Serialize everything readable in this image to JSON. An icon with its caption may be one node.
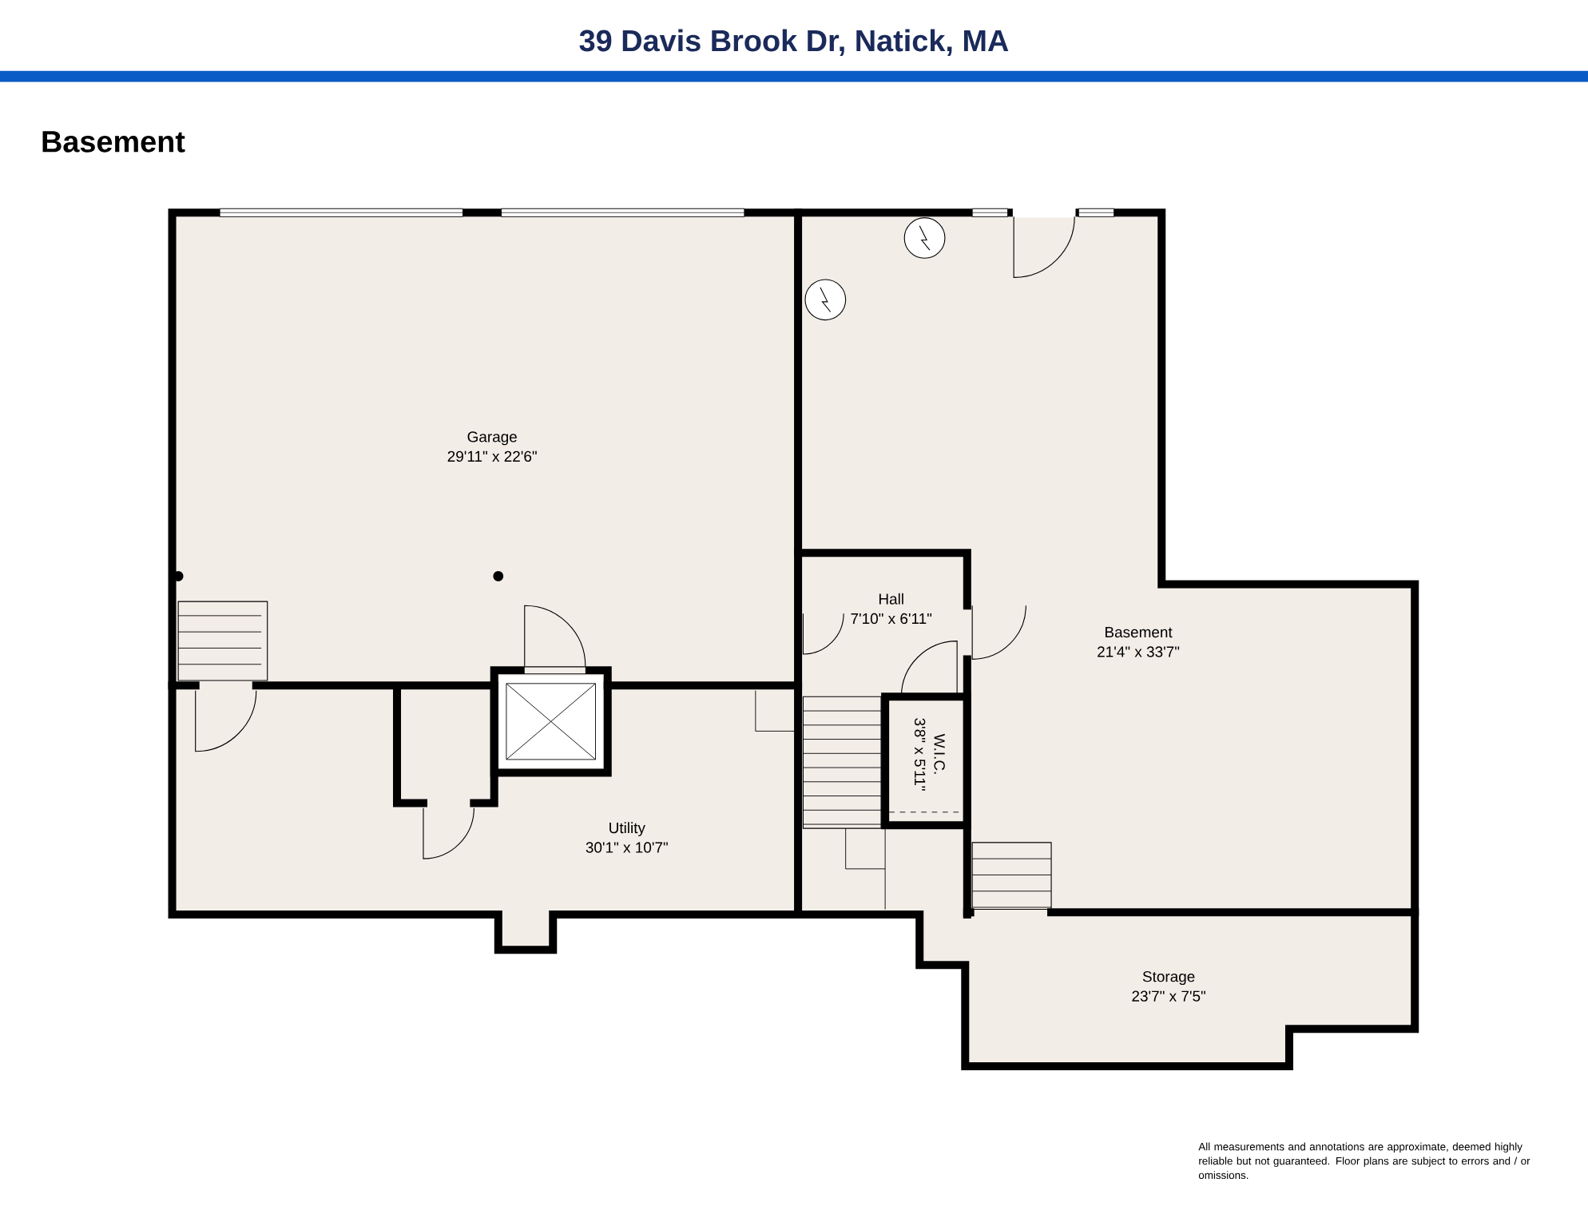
{
  "diagram": {
    "title": "39 Davis Brook Dr, Natick, MA",
    "nodes": [
      {
        "text": [
          "Garage",
          "29'11\" x 22'6\""
        ]
      },
      {
        "text": [
          "Hall",
          "7'10\" x 6'11\""
        ]
      },
      {
        "text": [
          "Basement",
          "21'4\" x 33'7\""
        ]
      },
      {
        "text": [
          "W.I.C.",
          "3'8\" x 5'11\""
        ]
      },
      {
        "text": [
          "Utility",
          "30'1\" x 10'7\""
        ]
      },
      {
        "text": [
          "Storage",
          "23'7\" x 7'5\""
        ]
      }
    ],
    "labels": [
      "Basement",
      "All measurements and annotations are approximate, deemed highly reliable but not guaranteed. Floor plans are subject to errors and / or omissions."
    ]
  }
}
